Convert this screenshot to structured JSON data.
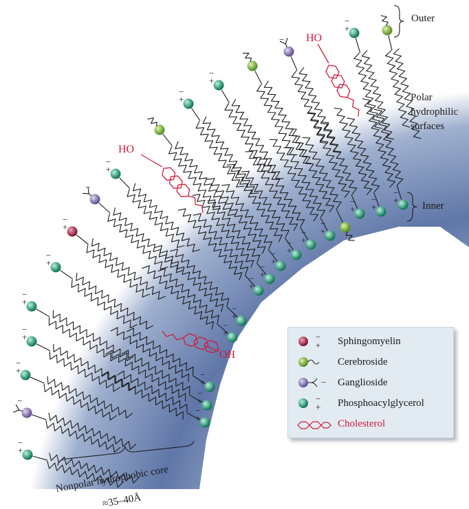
{
  "labels": {
    "outer": "Outer",
    "polar_line1": "Polar",
    "polar_line2": "hydrophilic",
    "polar_line3": "surfaces",
    "inner": "Inner",
    "core_line1": "Nonpolar hydrophobic core",
    "core_line2": "≈35–40Å",
    "ho": "HO",
    "oh": "OH"
  },
  "legend": {
    "items": [
      {
        "label": "Sphingomyelin",
        "icon": "sphingomyelin-icon",
        "color": "#a3173f",
        "charge": "− +"
      },
      {
        "label": "Cerebroside",
        "icon": "cerebroside-icon",
        "color": "#7ab23a",
        "charge": ""
      },
      {
        "label": "Ganglioside",
        "icon": "ganglioside-icon",
        "color": "#8a76b8",
        "charge": "−"
      },
      {
        "label": "Phosphoacylglycerol",
        "icon": "phosphoacylglycerol-icon",
        "color": "#17a07a",
        "charge": "− +"
      },
      {
        "label": "Cholesterol",
        "icon": "cholesterol-icon",
        "color": "#d11a3a",
        "charge": ""
      }
    ]
  },
  "colors": {
    "band_center": "#5f76a7",
    "band_edge": "#ffffff",
    "legend_bg": "#e3ebf2",
    "text": "#1a1a1a",
    "cholesterol": "#d11a3a"
  }
}
